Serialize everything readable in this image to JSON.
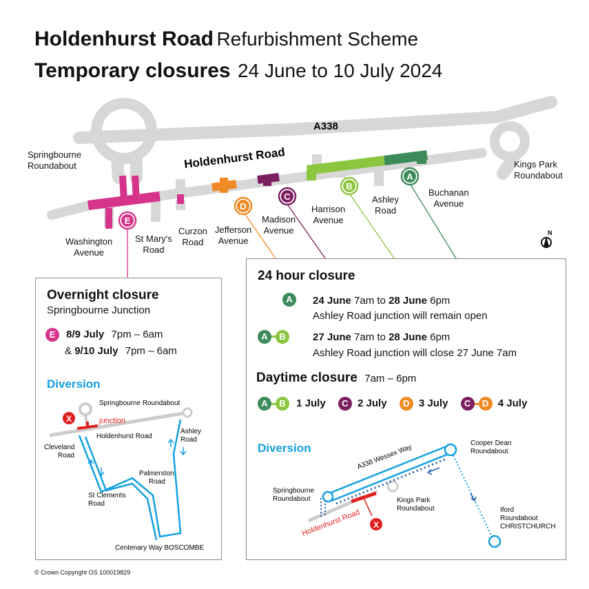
{
  "title": {
    "line1_bold": "Holdenhurst Road",
    "line1_rest": "Refurbishment Scheme",
    "line2_bold": "Temporary closures",
    "line2_rest": "24 June to 10 July 2024"
  },
  "colors": {
    "A": "#3d8a5a",
    "B": "#8cc63f",
    "C": "#7b1f5e",
    "D": "#f08a24",
    "E": "#d6338a",
    "road": "#d7d7d7",
    "diversion": "#12a0e0",
    "closed": "#e02020"
  },
  "map": {
    "a338": "A338",
    "holdenhurst": "Holdenhurst Road",
    "springbourne_rb": [
      "Springbourne",
      "Roundabout"
    ],
    "kings_park_rb": [
      "Kings Park",
      "Roundabout"
    ],
    "washington": [
      "Washington",
      "Avenue"
    ],
    "st_marys": [
      "St Mary's",
      "Road"
    ],
    "curzon": [
      "Curzon",
      "Road"
    ],
    "jefferson": [
      "Jefferson",
      "Avenue"
    ],
    "madison": [
      "Madison",
      "Avenue"
    ],
    "harrison": [
      "Harrison",
      "Avenue"
    ],
    "ashley": [
      "Ashley",
      "Road"
    ],
    "buchanan": [
      "Buchanan",
      "Avenue"
    ],
    "north": "N",
    "markers": {
      "A": "A",
      "B": "B",
      "C": "C",
      "D": "D",
      "E": "E"
    }
  },
  "overnight": {
    "title": "Overnight closure",
    "subtitle": "Springbourne Junction",
    "marker": "E",
    "row1_bold": "8/9 July",
    "row1_time": "7pm – 6am",
    "row2_prefix": "& ",
    "row2_bold": "9/10 July",
    "row2_time": "7pm – 6am",
    "diversion_title": "Diversion",
    "div_map": {
      "springbourne_rb": "Springbourne Roundabout",
      "junction": "junction",
      "holdenhurst": "Holdenhurst Road",
      "cleveland": [
        "Cleveland",
        "Road"
      ],
      "ashley": [
        "Ashley",
        "Road"
      ],
      "palmerston": [
        "Palmerston",
        "Road"
      ],
      "st_clements": [
        "St Clements",
        "Road"
      ],
      "centenary": "Centenary Way  BOSCOMBE",
      "x": "X"
    }
  },
  "closure24": {
    "title": "24 hour closure",
    "row1_bold": "24 June",
    "row1_mid": "7am to",
    "row1_bold2": "28 June",
    "row1_end": "6pm",
    "row1_note": "Ashley Road junction will remain open",
    "row2_bold": "27 June",
    "row2_mid": "7am to",
    "row2_bold2": "28 June",
    "row2_end": "6pm",
    "row2_note": "Ashley Road junction will close 27 June 7am",
    "daytime_title": "Daytime closure",
    "daytime_time": "7am – 6pm",
    "days": [
      "1 July",
      "2 July",
      "3 July",
      "4 July"
    ],
    "diversion_title": "Diversion",
    "div_map": {
      "wessex": "A338 Wessex Way",
      "cooper": [
        "Cooper Dean",
        "Roundabout"
      ],
      "springbourne": [
        "Springbourne",
        "Roundabout"
      ],
      "kings_park": [
        "Kings Park",
        "Roundabout"
      ],
      "iford": [
        "Iford",
        "Roundabout",
        "CHRISTCHURCH"
      ],
      "holdenhurst": "Holdenhurst Road",
      "x": "X"
    }
  },
  "copyright": "© Crown Copyright OS 100019829"
}
